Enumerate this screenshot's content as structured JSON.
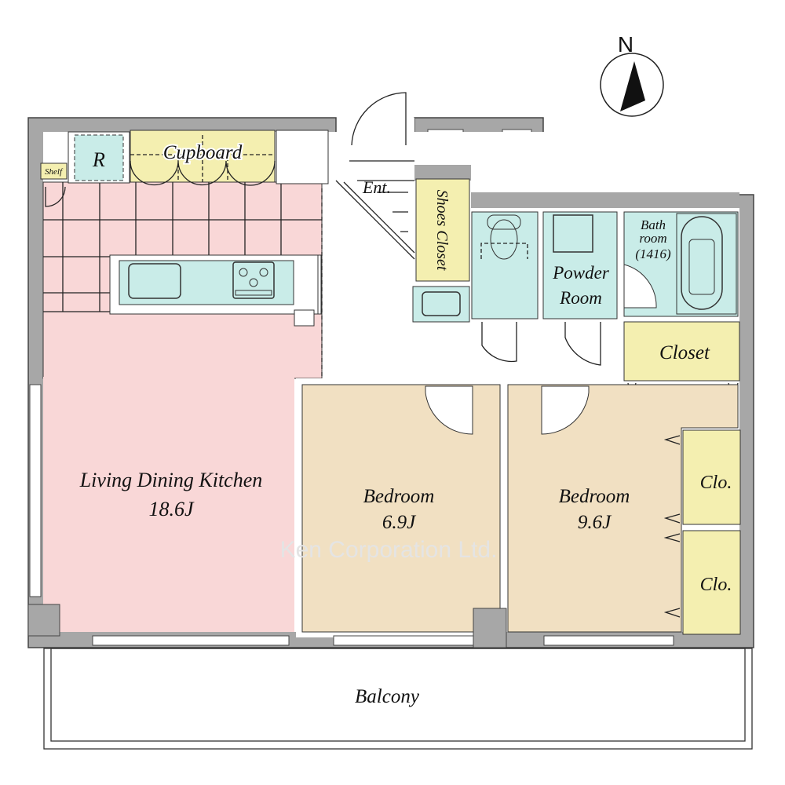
{
  "compass": {
    "label": "N"
  },
  "rooms": {
    "shelf": "Shelf",
    "refrigerator": "R",
    "cupboard": "Cupboard",
    "entrance": "Ent.",
    "shoes_closet": "Shoes Closet",
    "powder_room": [
      "Powder",
      "Room"
    ],
    "bathroom": [
      "Bath",
      "room",
      "(1416)"
    ],
    "closet": "Closet",
    "ldk": {
      "name": "Living Dining Kitchen",
      "size": "18.6J"
    },
    "bedroom1": {
      "name": "Bedroom",
      "size": "6.9J"
    },
    "bedroom2": {
      "name": "Bedroom",
      "size": "9.6J"
    },
    "clo1": "Clo.",
    "clo2": "Clo.",
    "balcony": "Balcony"
  },
  "watermark": "Ken Corporation Ltd.",
  "colors": {
    "wall": "#a7a7a7",
    "living": "#f9d7d7",
    "wet": "#c9ece8",
    "storage": "#f4efb0",
    "bedroom": "#f1e0c2"
  }
}
